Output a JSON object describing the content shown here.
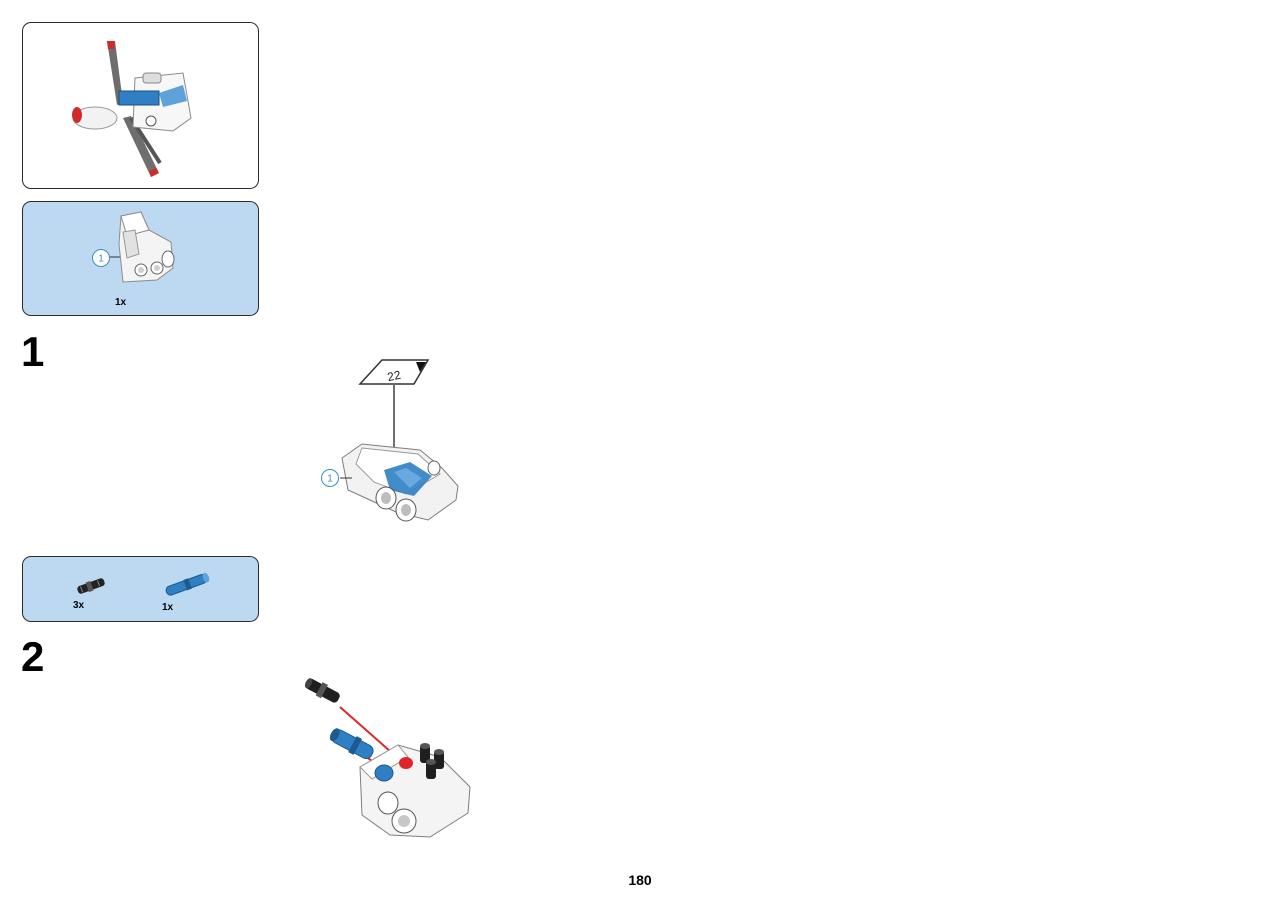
{
  "page": {
    "number": "180"
  },
  "model_preview": {
    "icon": "assembled-helicopter-model"
  },
  "parts_list_1": {
    "items": [
      {
        "icon": "white-technic-panel-part",
        "callout": "1",
        "quantity": "1x"
      }
    ]
  },
  "step_1": {
    "number": "1",
    "sticker_label": "22",
    "callout": "1"
  },
  "parts_list_2": {
    "items": [
      {
        "icon": "black-friction-pin-part",
        "quantity": "3x"
      },
      {
        "icon": "blue-axle-pin-part",
        "quantity": "1x"
      }
    ]
  },
  "step_2": {
    "number": "2"
  },
  "colors": {
    "parts_panel_bg": "#bdd9f1",
    "technic_blue": "#2f7fc4",
    "guide_red": "#e0242a"
  }
}
